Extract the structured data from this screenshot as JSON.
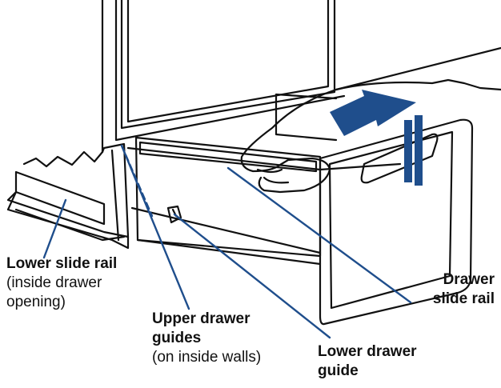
{
  "labels": {
    "lower_slide_rail": {
      "title": "Lower slide rail",
      "note_line1": "(inside drawer",
      "note_line2": "opening)"
    },
    "upper_drawer_guides": {
      "title_line1": "Upper drawer",
      "title_line2": "guides",
      "note": "(on inside walls)"
    },
    "lower_drawer_guide": {
      "title_line1": "Lower drawer",
      "title_line2": "guide"
    },
    "drawer_slide_rail": {
      "title_line1": "Drawer",
      "title_line2": "slide rail"
    }
  },
  "colors": {
    "leader": "#1f4e8c",
    "arrow": "#1f4e8c",
    "ink": "#111111"
  },
  "icons": {
    "direction": "push-arrow-icon"
  }
}
